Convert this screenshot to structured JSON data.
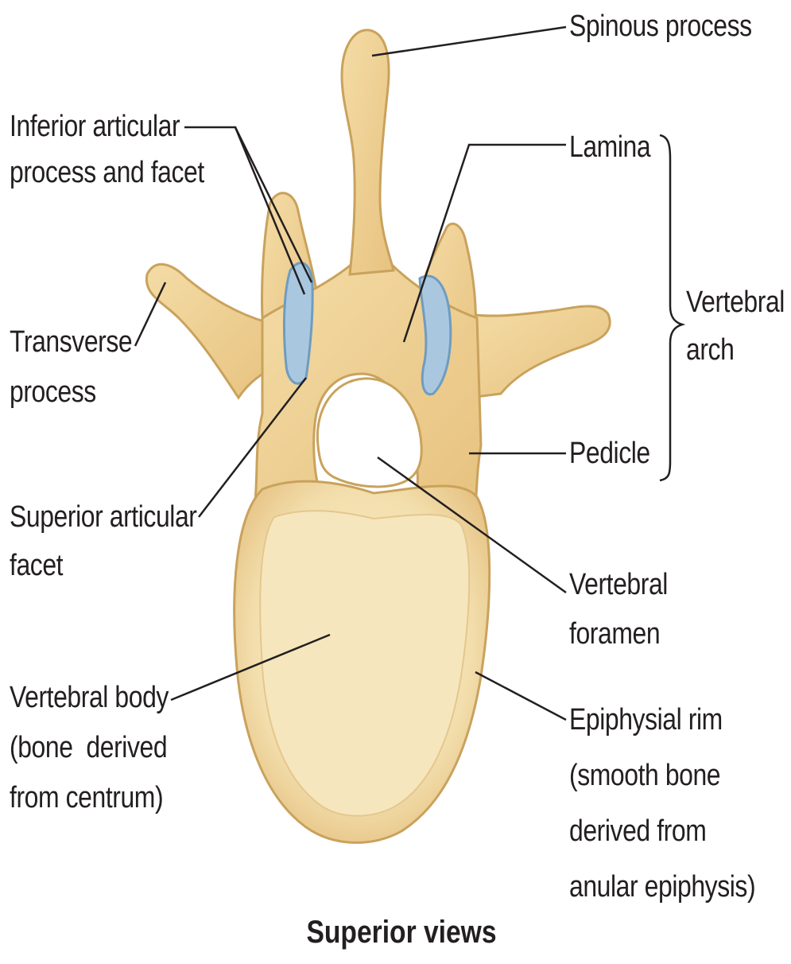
{
  "labels": {
    "spinous_process": "Spinous process",
    "inferior_articular_1": "Inferior articular",
    "inferior_articular_2": "process and facet",
    "lamina": "Lamina",
    "vertebral_arch_1": "Vertebral",
    "vertebral_arch_2": "arch",
    "transverse_1": "Transverse",
    "transverse_2": "process",
    "pedicle": "Pedicle",
    "superior_articular_1": "Superior articular",
    "superior_articular_2": "facet",
    "vertebral_foramen_1": "Vertebral",
    "vertebral_foramen_2": "foramen",
    "vertebral_body_1": "Vertebral body",
    "vertebral_body_2": "(bone  derived",
    "vertebral_body_3": "from centrum)",
    "epiphysial_rim_1": "Epiphysial rim",
    "epiphysial_rim_2": "(smooth bone",
    "epiphysial_rim_3": "derived from",
    "epiphysial_rim_4": "anular epiphysis)"
  },
  "caption": "Superior views",
  "colors": {
    "bone_fill": "#f2d9a0",
    "bone_edge": "#c9a25c",
    "bone_shadow": "#e3bd78",
    "cartilage_fill": "#a9c8df",
    "cartilage_edge": "#6f9cc0",
    "leader_line": "#231f20",
    "text": "#231f20"
  }
}
